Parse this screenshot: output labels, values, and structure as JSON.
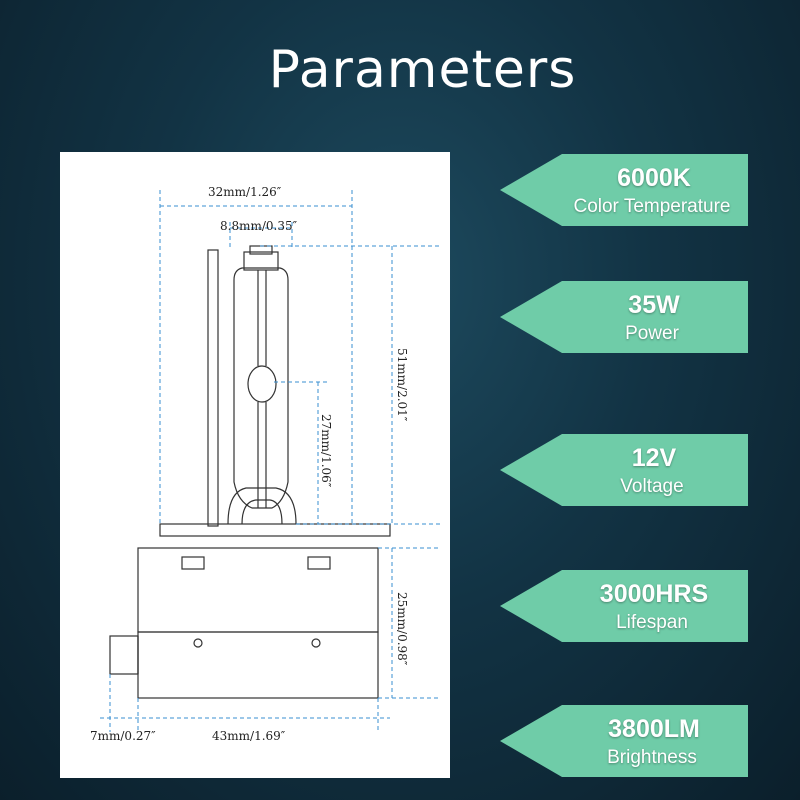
{
  "title": "Parameters",
  "accent_color": "#6fcca8",
  "dimensions": {
    "top_width": "32mm/1.26″",
    "inner_width": "8.8mm/0.35″",
    "total_height": "51mm/2.01″",
    "capsule_height": "27mm/1.06″",
    "base_height": "25mm/0.98″",
    "connector_width": "7mm/0.27″",
    "base_width": "43mm/1.69″"
  },
  "parameters": [
    {
      "value": "6000K",
      "label": "Color Temperature"
    },
    {
      "value": "35W",
      "label": "Power"
    },
    {
      "value": "12V",
      "label": "Voltage"
    },
    {
      "value": "3000HRS",
      "label": "Lifespan"
    },
    {
      "value": "3800LM",
      "label": "Brightness"
    }
  ]
}
